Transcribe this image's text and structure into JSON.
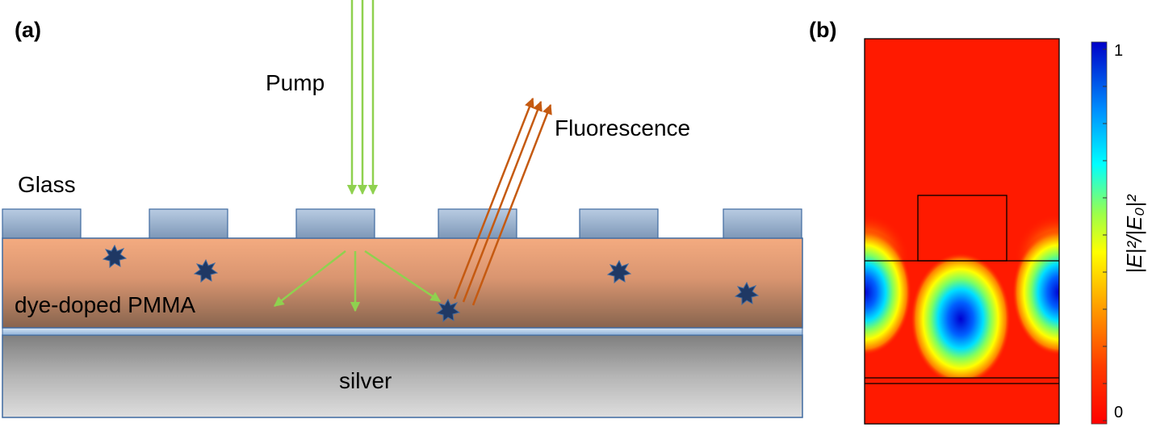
{
  "panel_a": {
    "label": "(a)",
    "pump_label": "Pump",
    "fluorescence_label": "Fluorescence",
    "glass_label": "Glass",
    "pmma_label": "dye-doped PMMA",
    "silver_label": "silver",
    "colors": {
      "pump": "#8fd14f",
      "fluorescence": "#c55a11",
      "glass": "#a9bdd6",
      "pmma_top": "#f2a87a",
      "pmma_bottom": "#8a6650",
      "silver_top": "#8c8c8c",
      "silver_bottom": "#d9d9d9",
      "dye": "#1f3864",
      "outline": "#3f6aa0"
    }
  },
  "panel_b": {
    "label": "(b)",
    "colorbar": {
      "max_label": "1",
      "min_label": "0",
      "title": "|E|²/|E₀|²"
    }
  }
}
